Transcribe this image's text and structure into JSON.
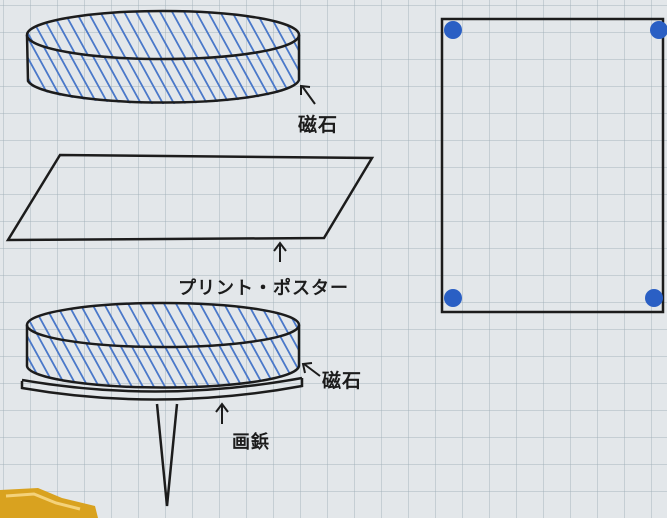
{
  "labels": {
    "magnet_top": "磁石",
    "poster": "プリント・ポスター",
    "magnet_bottom": "磁石",
    "thumbtack": "画鋲"
  },
  "colors": {
    "paper": "#e3e7ea",
    "ink": "#1c1c1c",
    "hatch_blue": "#4a78c9",
    "dot_blue": "#2a5fc4",
    "tape": "#d9a21f"
  }
}
